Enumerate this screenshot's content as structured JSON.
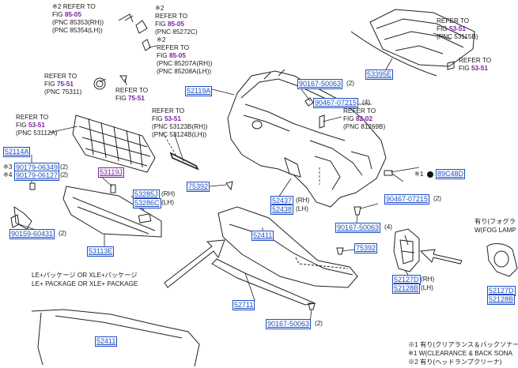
{
  "refs": {
    "r1": {
      "prefix": "※2 REFER TO",
      "fig_label": "FIG",
      "fig": "85-05",
      "pnc1": "(PNC 85353(RH))",
      "pnc2": "(PNC 85354(LH))"
    },
    "r2": {
      "prefix": "※2",
      "line1": "REFER TO",
      "fig_label": "FIG",
      "fig": "85-05",
      "pnc1": "(PNC 85272C)"
    },
    "r3": {
      "prefix": "※2",
      "line1": "REFER TO",
      "fig_label": "FIG",
      "fig": "85-05",
      "pnc1": "(PNC 85207A(RH))",
      "pnc2": "(PNC 85208A(LH))"
    },
    "r4": {
      "line1": "REFER TO",
      "fig_label": "FIG",
      "fig": "75-51",
      "pnc1": "(PNC 75311)"
    },
    "r5": {
      "line1": "REFER TO",
      "fig_label": "FIG",
      "fig": "75-51"
    },
    "r6": {
      "line1": "REFER TO",
      "fig_label": "FIG",
      "fig": "53-51",
      "pnc1": "(PNC 53112A)"
    },
    "r7": {
      "line1": "REFER TO",
      "fig_label": "FIG",
      "fig": "53-51",
      "pnc1": "(PNC 53123B(RH))",
      "pnc2": "(PNC 53124B(LH))"
    },
    "r8": {
      "line1": "REFER TO",
      "fig_label": "FIG",
      "fig": "82-02",
      "pnc1": "(PNC 81269B)"
    },
    "r9": {
      "line1": "REFER TO",
      "fig_label": "FIG",
      "fig": "53-51",
      "pnc1": "(PNC 53115B)"
    },
    "r10": {
      "line1": "REFER TO",
      "fig_label": "FIG",
      "fig": "53-51"
    }
  },
  "parts": {
    "p53395E": "53395E",
    "p52119A": "52119A",
    "p90167a": "90167-50063",
    "p90167a_q": "(2)",
    "p90467a": "90467-07215",
    "p90467a_q": "(4)",
    "p52114A": "52114A",
    "p90179a_pre": "※3",
    "p90179a": "90179-06349",
    "p90179a_q": "(2)",
    "p90179b_pre": "※4",
    "p90179b": "90179-06127",
    "p90179b_q": "(2)",
    "p53119J": "53119J",
    "p75392a": "75392",
    "p53285J": "53285J",
    "p53285J_s": "(RH)",
    "p53286C": "53286C",
    "p53286C_s": "(LH)",
    "p89C48D_pre": "※1",
    "p89C48D": "89C48D",
    "p52437": "52437",
    "p52437_s": "(RH)",
    "p52438": "52438",
    "p52438_s": "(LH)",
    "p90467b": "90467-07215",
    "p90467b_q": "(2)",
    "p90159": "90159-60431",
    "p90159_q": "(2)",
    "p90167b": "90167-50063",
    "p90167b_q": "(4)",
    "p52411a": "52411",
    "p75392b": "75392",
    "p53113E": "53113E",
    "p52711": "52711",
    "p52127D": "52127D",
    "p52127D_s": "(RH)",
    "p52128B": "52128B",
    "p52128B_s": "(LH)",
    "p90167c": "90167-50063",
    "p90167c_q": "(2)",
    "p52411b": "52411",
    "p52127Dr": "52127D",
    "p52128Br": "52128B"
  },
  "labels": {
    "package_jp": "LE+パッケージ OR XLE+パッケージ",
    "package_en": "LE+ PACKAGE OR XLE+ PACKAGE",
    "fog_jp": "有り(フォグラ",
    "fog_en": "W(FOG LAMP"
  },
  "footnotes": {
    "n1": "※1 有り(クリアランス＆バックソナー",
    "n2": "※1 W(CLEARANCE & BACK SONA",
    "n3": "※2 有り(ヘッドランプクリーナ)"
  }
}
